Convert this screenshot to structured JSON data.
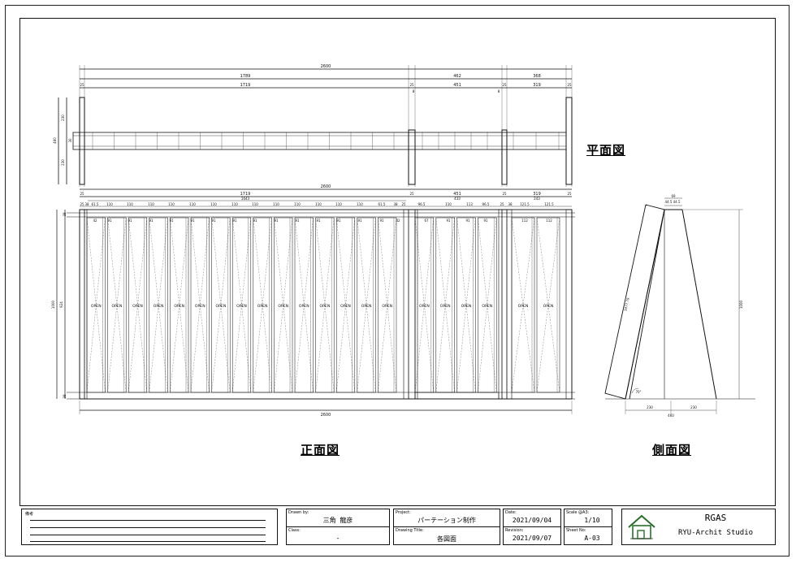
{
  "views": {
    "plan_title": "平面図",
    "front_title": "正面図",
    "side_title": "側面図"
  },
  "dimensions": {
    "plan": {
      "overall": "2600",
      "sections": [
        "1789",
        "462",
        "368"
      ],
      "subsections": [
        "1719",
        "451",
        "319"
      ],
      "ends": [
        "25",
        "25",
        "25",
        "25"
      ],
      "vertical": [
        "460",
        "230",
        "230"
      ],
      "edge": "8",
      "depth": "30"
    },
    "front": {
      "overall_top": "2600",
      "overall_bottom": "2600",
      "section_a": "1719",
      "section_a_inner": "1643",
      "section_b": "451",
      "section_b_inner": "433",
      "section_c": "319",
      "section_c_inner": "243",
      "top_row": [
        "25",
        "38",
        "61.5",
        "110",
        "110",
        "110",
        "110",
        "110",
        "110",
        "110",
        "110",
        "110",
        "110",
        "110",
        "110",
        "110",
        "61.5",
        "38",
        "25",
        "96.5",
        "110",
        "110",
        "96.5",
        "38",
        "121.5",
        "121.5"
      ],
      "panel_row": [
        "42",
        "91",
        "91",
        "91",
        "91",
        "91",
        "91",
        "91",
        "91",
        "91",
        "91",
        "91",
        "91",
        "91",
        "91",
        "42",
        "67",
        "91",
        "91",
        "91",
        "67",
        "112",
        "112"
      ],
      "height_total": "1000",
      "height_inner": "924",
      "height_rail": "38",
      "open_label": "OPEN",
      "open_count_a": 15,
      "open_count_b": 4,
      "open_count_c": 2
    },
    "side": {
      "top": [
        "69",
        "44.5",
        "44.5"
      ],
      "diagonal": "1077.79",
      "height": "1000",
      "bottom_total": "460",
      "bottom_parts": [
        "230",
        "230"
      ],
      "angle": "70°"
    }
  },
  "titleblock": {
    "remarks_label": "備考",
    "drawn_by_label": "Drawn by:",
    "drawn_by": "三角 龍彦",
    "class_label": "Class:",
    "class_value": "-",
    "project_label": "Project:",
    "project": "パーテーション制作",
    "drawing_title_label": "Drawing Title:",
    "drawing_title": "各図面",
    "date_label": "Date:",
    "date": "2021/09/04",
    "revision_label": "Revision:",
    "revision": "2021/09/07",
    "scale_label": "Scale @A3:",
    "scale": "1/10",
    "sheet_label": "Sheet No:",
    "sheet": "A-03",
    "company": "RGAS",
    "studio": "RYU-Archit Studio"
  }
}
